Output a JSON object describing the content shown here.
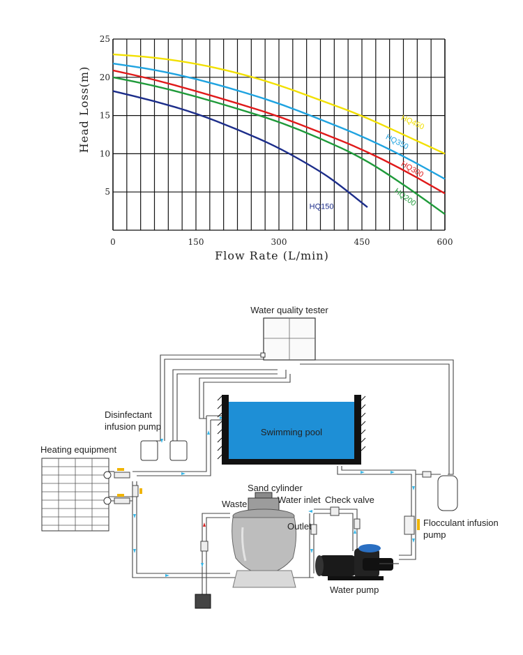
{
  "chart_data": {
    "type": "line",
    "xlabel": "Flow Rate (L/min)",
    "ylabel": "Head Loss(m)",
    "xlim": [
      0,
      600
    ],
    "ylim": [
      0,
      25
    ],
    "x_ticks": [
      "0",
      "150",
      "300",
      "450",
      "600"
    ],
    "y_ticks": [
      "25",
      "20",
      "15",
      "10",
      "5"
    ],
    "grid": true,
    "series": [
      {
        "name": "HQ450",
        "color": "#f2e000",
        "x": [
          0,
          75,
          150,
          225,
          300,
          375,
          450,
          525,
          600
        ],
        "y": [
          23.0,
          22.6,
          21.8,
          20.6,
          19.0,
          17.0,
          15.0,
          12.5,
          10.0
        ]
      },
      {
        "name": "HQ350",
        "color": "#1fa3e0",
        "x": [
          0,
          75,
          150,
          225,
          300,
          375,
          450,
          525,
          600
        ],
        "y": [
          21.8,
          21.0,
          19.8,
          18.3,
          16.6,
          14.5,
          12.3,
          9.7,
          6.7
        ]
      },
      {
        "name": "HQ300",
        "color": "#e01a1a",
        "x": [
          0,
          75,
          150,
          225,
          300,
          375,
          450,
          525,
          600
        ],
        "y": [
          20.9,
          19.7,
          18.2,
          16.6,
          14.9,
          12.8,
          10.6,
          7.9,
          4.8
        ]
      },
      {
        "name": "HQ200",
        "color": "#1f9a3a",
        "x": [
          0,
          75,
          150,
          225,
          300,
          375,
          450,
          525,
          600
        ],
        "y": [
          20.0,
          18.9,
          17.5,
          15.9,
          14.2,
          12.0,
          9.5,
          6.0,
          2.1
        ]
      },
      {
        "name": "HQ150",
        "color": "#1c2d8a",
        "x": [
          0,
          75,
          150,
          225,
          300,
          375,
          410,
          460
        ],
        "y": [
          18.2,
          16.9,
          15.3,
          13.2,
          10.8,
          7.7,
          5.9,
          3.0
        ]
      }
    ]
  },
  "diagram": {
    "labels": {
      "tester": "Water quality tester",
      "pool": "Swimming pool",
      "disinfectant_1": "Disinfectant",
      "disinfectant_2": "infusion pump",
      "heating": "Heating equipment",
      "sand": "Sand cylinder",
      "waste": "Waste",
      "inlet": "Water inlet",
      "check": "Check valve",
      "outlet": "Outlet",
      "flocculant_1": "Flocculant infusion",
      "flocculant_2": "pump",
      "pump": "Water pump"
    },
    "colors": {
      "pool_water": "#1e8fd6",
      "valve_handle": "#f0b400",
      "flow_arrow": "#35b6e8",
      "waste_arrow": "#d42020"
    }
  }
}
